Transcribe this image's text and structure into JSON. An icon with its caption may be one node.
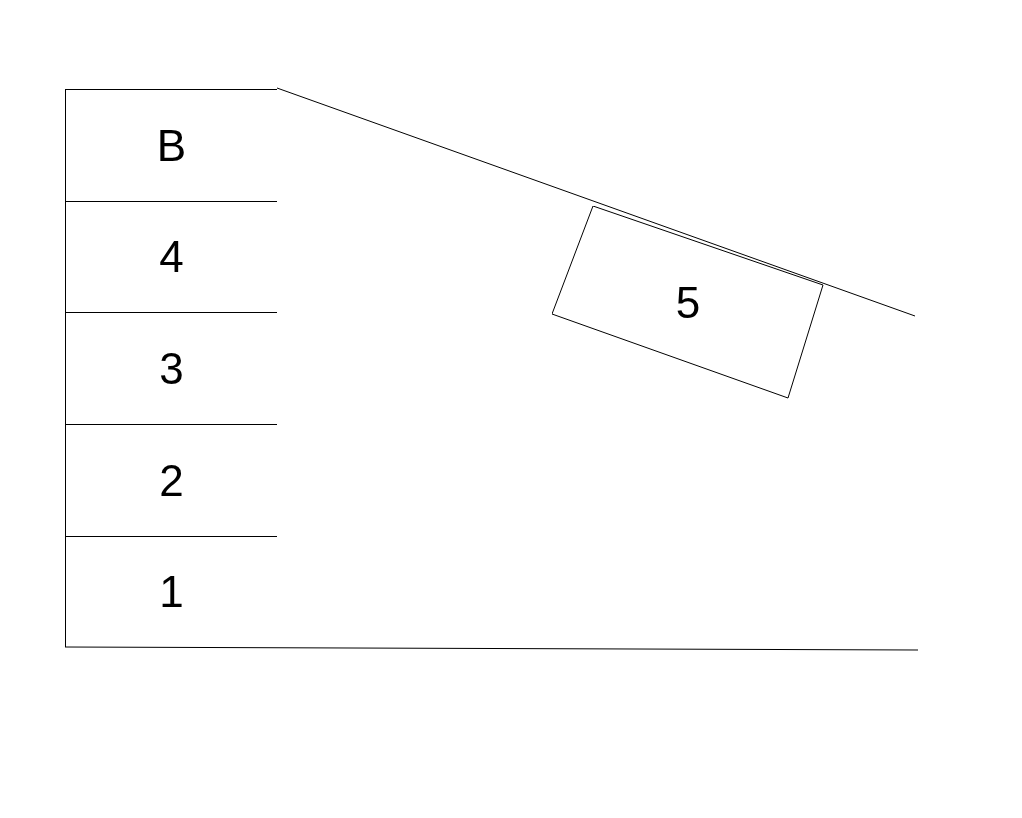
{
  "diagram": {
    "nodes": [
      {
        "text": [
          "B"
        ]
      },
      {
        "text": [
          "4"
        ]
      },
      {
        "text": [
          "3"
        ]
      },
      {
        "text": [
          "2"
        ]
      },
      {
        "text": [
          "1"
        ]
      },
      {
        "text": [
          "5"
        ]
      }
    ]
  }
}
